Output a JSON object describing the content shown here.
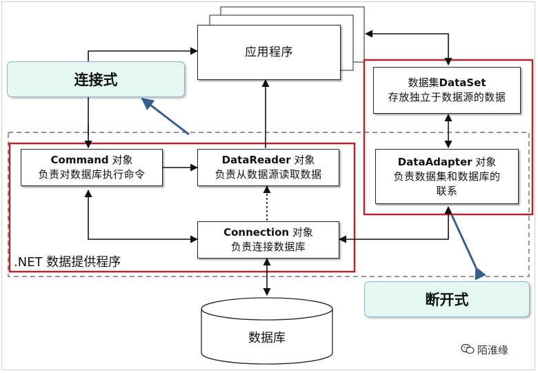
{
  "app_stack": {
    "title": "应用程序"
  },
  "dataset": {
    "title": "数据集DataSet",
    "desc": "存放独立于数据源的数据"
  },
  "dataadapter": {
    "title": "DataAdapter 对象",
    "desc_line1": "负责数据集和数据库的",
    "desc_line2": "联系"
  },
  "command": {
    "title": "Command 对象",
    "desc": "负责对数据库执行命令"
  },
  "datareader": {
    "title": "DataReader 对象",
    "desc": "负责从数据源读取数据"
  },
  "connection": {
    "title": "Connection 对象",
    "desc": "负责连接数据库"
  },
  "provider_label": ".NET 数据提供程序",
  "database": {
    "label": "数据库"
  },
  "callouts": {
    "connected": "连接式",
    "disconnected": "断开式"
  },
  "watermark": {
    "text": "陌淮缘",
    "icon": "wechat-icon"
  },
  "colors": {
    "red_border": "#b5232c",
    "callout_fill": "#e4f7f0",
    "callout_border": "#7fb7d3",
    "pointer_blue": "#355f8c"
  }
}
